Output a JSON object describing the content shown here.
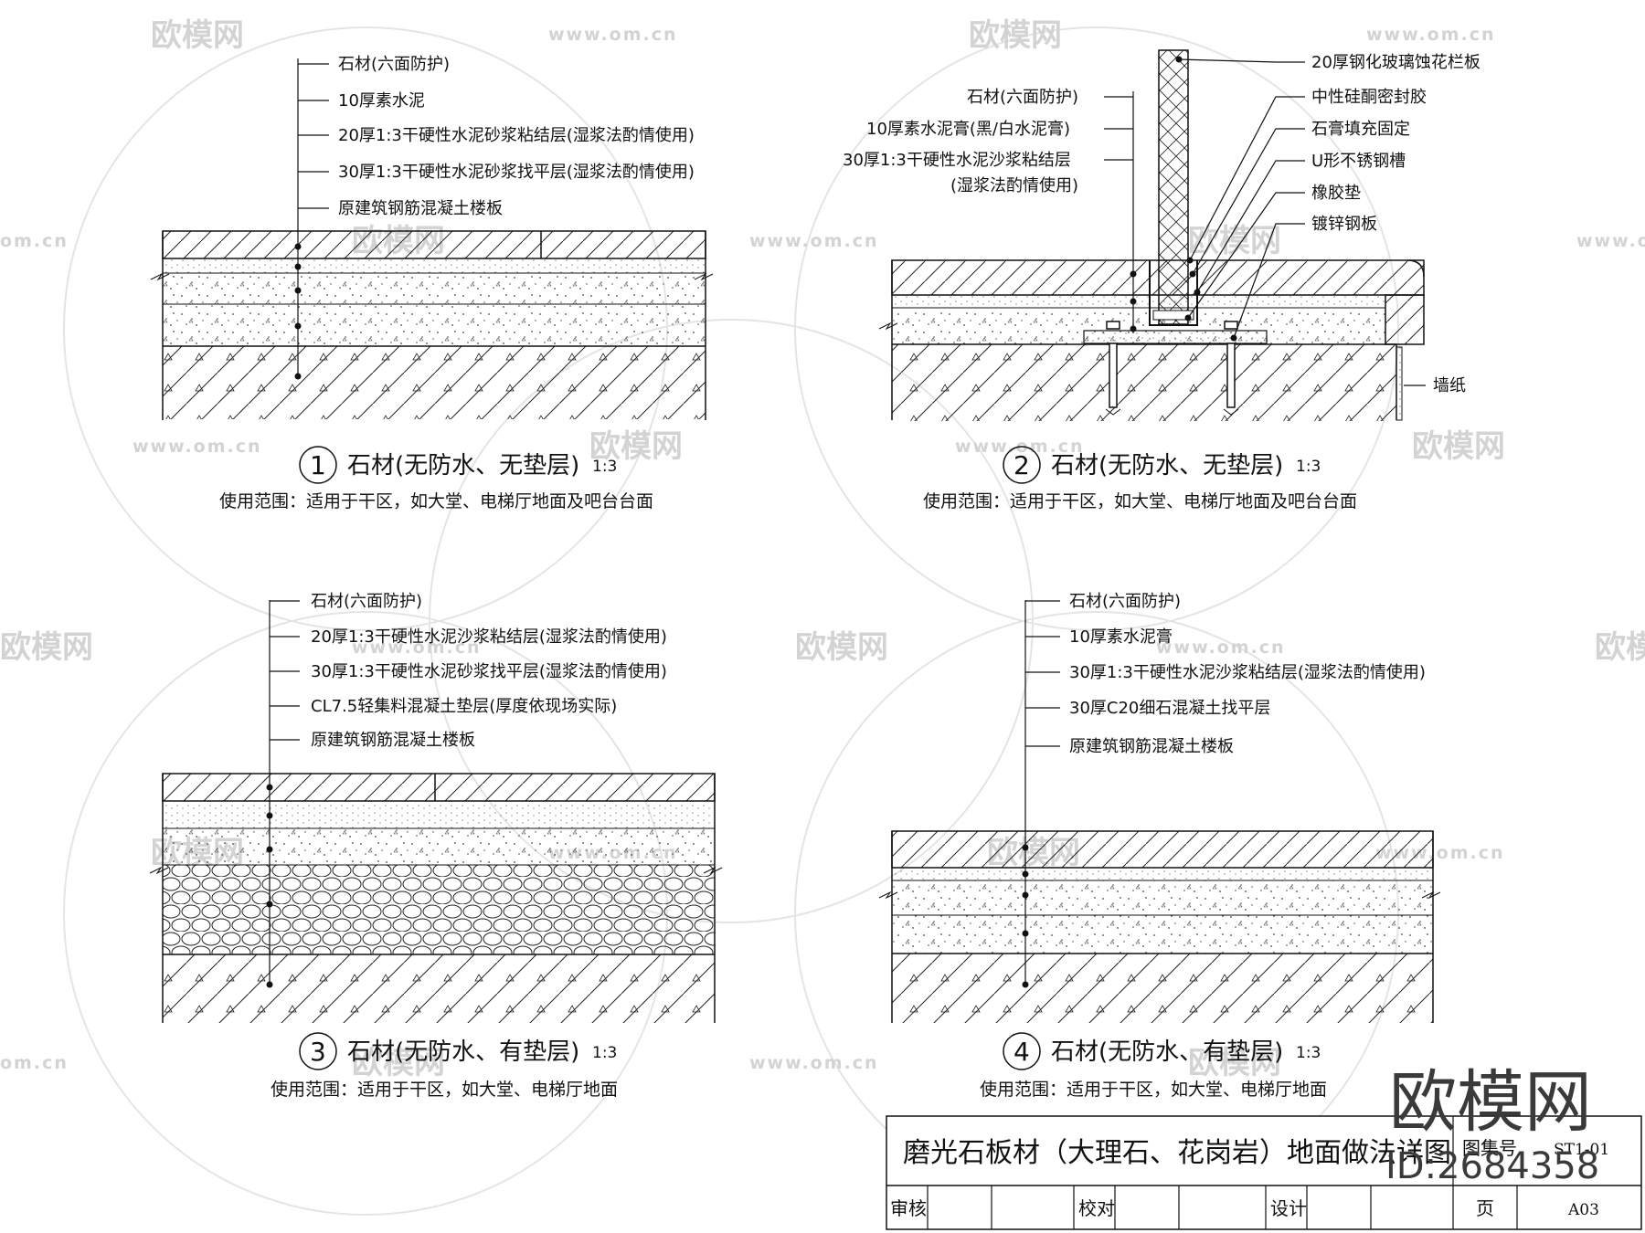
{
  "details": [
    {
      "number": "1",
      "title": "石材(无防水、无垫层)",
      "scale": "1:3",
      "usage": "使用范围：适用于干区，如大堂、电梯厅地面及吧台台面",
      "labels": [
        "石材(六面防护)",
        "10厚素水泥",
        "20厚1:3干硬性水泥砂浆粘结层(湿浆法酌情使用)",
        "30厚1:3干硬性水泥砂浆找平层(湿浆法酌情使用)",
        "原建筑钢筋混凝土楼板"
      ]
    },
    {
      "number": "2",
      "title": "石材(无防水、无垫层)",
      "scale": "1:3",
      "usage": "使用范围：适用于干区，如大堂、电梯厅地面及吧台台面",
      "labels_left": [
        "石材(六面防护)",
        "10厚素水泥膏(黑/白水泥膏)",
        "30厚1:3干硬性水泥沙浆粘结层",
        "(湿浆法酌情使用)"
      ],
      "labels_right": [
        "20厚钢化玻璃蚀花栏板",
        "中性硅酮密封胶",
        "石膏填充固定",
        "U形不锈钢槽",
        "橡胶垫",
        "镀锌钢板"
      ],
      "wall_label": "墙纸"
    },
    {
      "number": "3",
      "title": "石材(无防水、有垫层)",
      "scale": "1:3",
      "usage": "使用范围：适用于干区，如大堂、电梯厅地面",
      "labels": [
        "石材(六面防护)",
        "20厚1:3干硬性水泥沙浆粘结层(湿浆法酌情使用)",
        "30厚1:3干硬性水泥砂浆找平层(湿浆法酌情使用)",
        "CL7.5轻集料混凝土垫层(厚度依现场实际)",
        "原建筑钢筋混凝土楼板"
      ]
    },
    {
      "number": "4",
      "title": "石材(无防水、有垫层)",
      "scale": "1:3",
      "usage": "使用范围：适用于干区，如大堂、电梯厅地面",
      "labels": [
        "石材(六面防护)",
        "10厚素水泥膏",
        "30厚1:3干硬性水泥沙浆粘结层(湿浆法酌情使用)",
        "30厚C20细石混凝土找平层",
        "原建筑钢筋混凝土楼板"
      ]
    }
  ],
  "title_block": {
    "drawing_title": "磨光石板材（大理石、花岗岩）地面做法详图",
    "set_no_label": "图集号",
    "set_no": "ST1-01",
    "audit": "审核",
    "check": "校对",
    "design": "设计",
    "page_label": "页",
    "page": "A03"
  },
  "watermark": {
    "brand": "欧模网",
    "url": "www.om.cn",
    "url_cut": "om.cn",
    "id_text": "ID:2684358"
  }
}
